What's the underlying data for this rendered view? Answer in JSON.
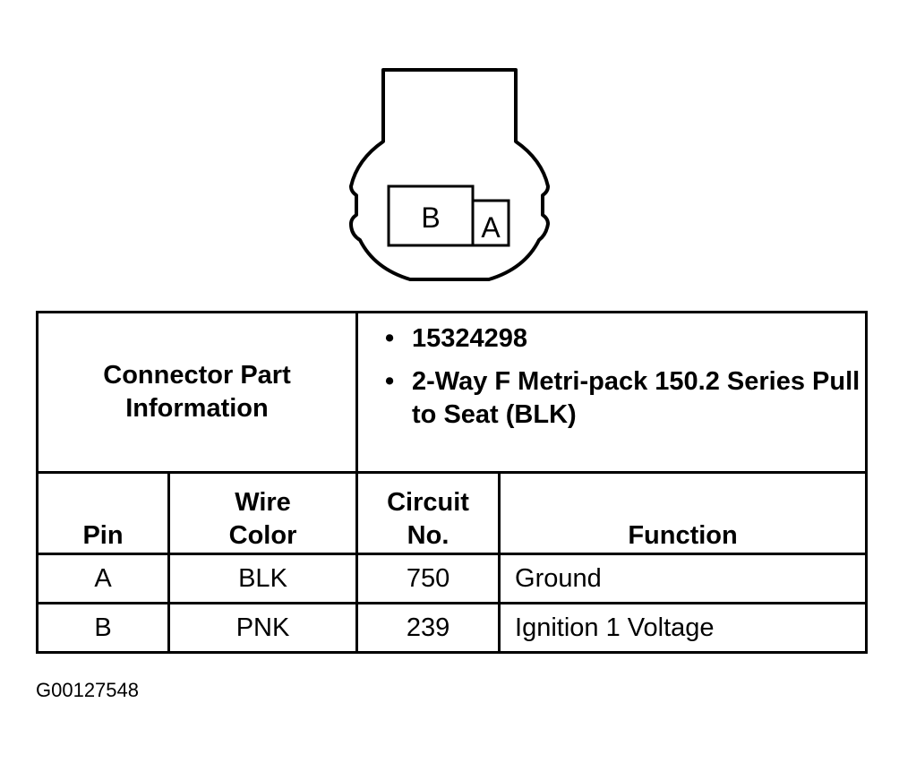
{
  "connector": {
    "pin_b": "B",
    "pin_a": "A"
  },
  "table": {
    "part_label": "Connector Part Information",
    "part_info": [
      "15324298",
      "2-Way F Metri-pack 150.2 Series Pull to Seat (BLK)"
    ],
    "bullet": "•",
    "headers": {
      "pin": "Pin",
      "wire_color": "Wire Color",
      "circuit_no": "Circuit No.",
      "function": "Function"
    },
    "rows": [
      {
        "pin": "A",
        "wire_color": "BLK",
        "circuit_no": "750",
        "function": "Ground"
      },
      {
        "pin": "B",
        "wire_color": "PNK",
        "circuit_no": "239",
        "function": "Ignition 1 Voltage"
      }
    ]
  },
  "figure_id": "G00127548"
}
